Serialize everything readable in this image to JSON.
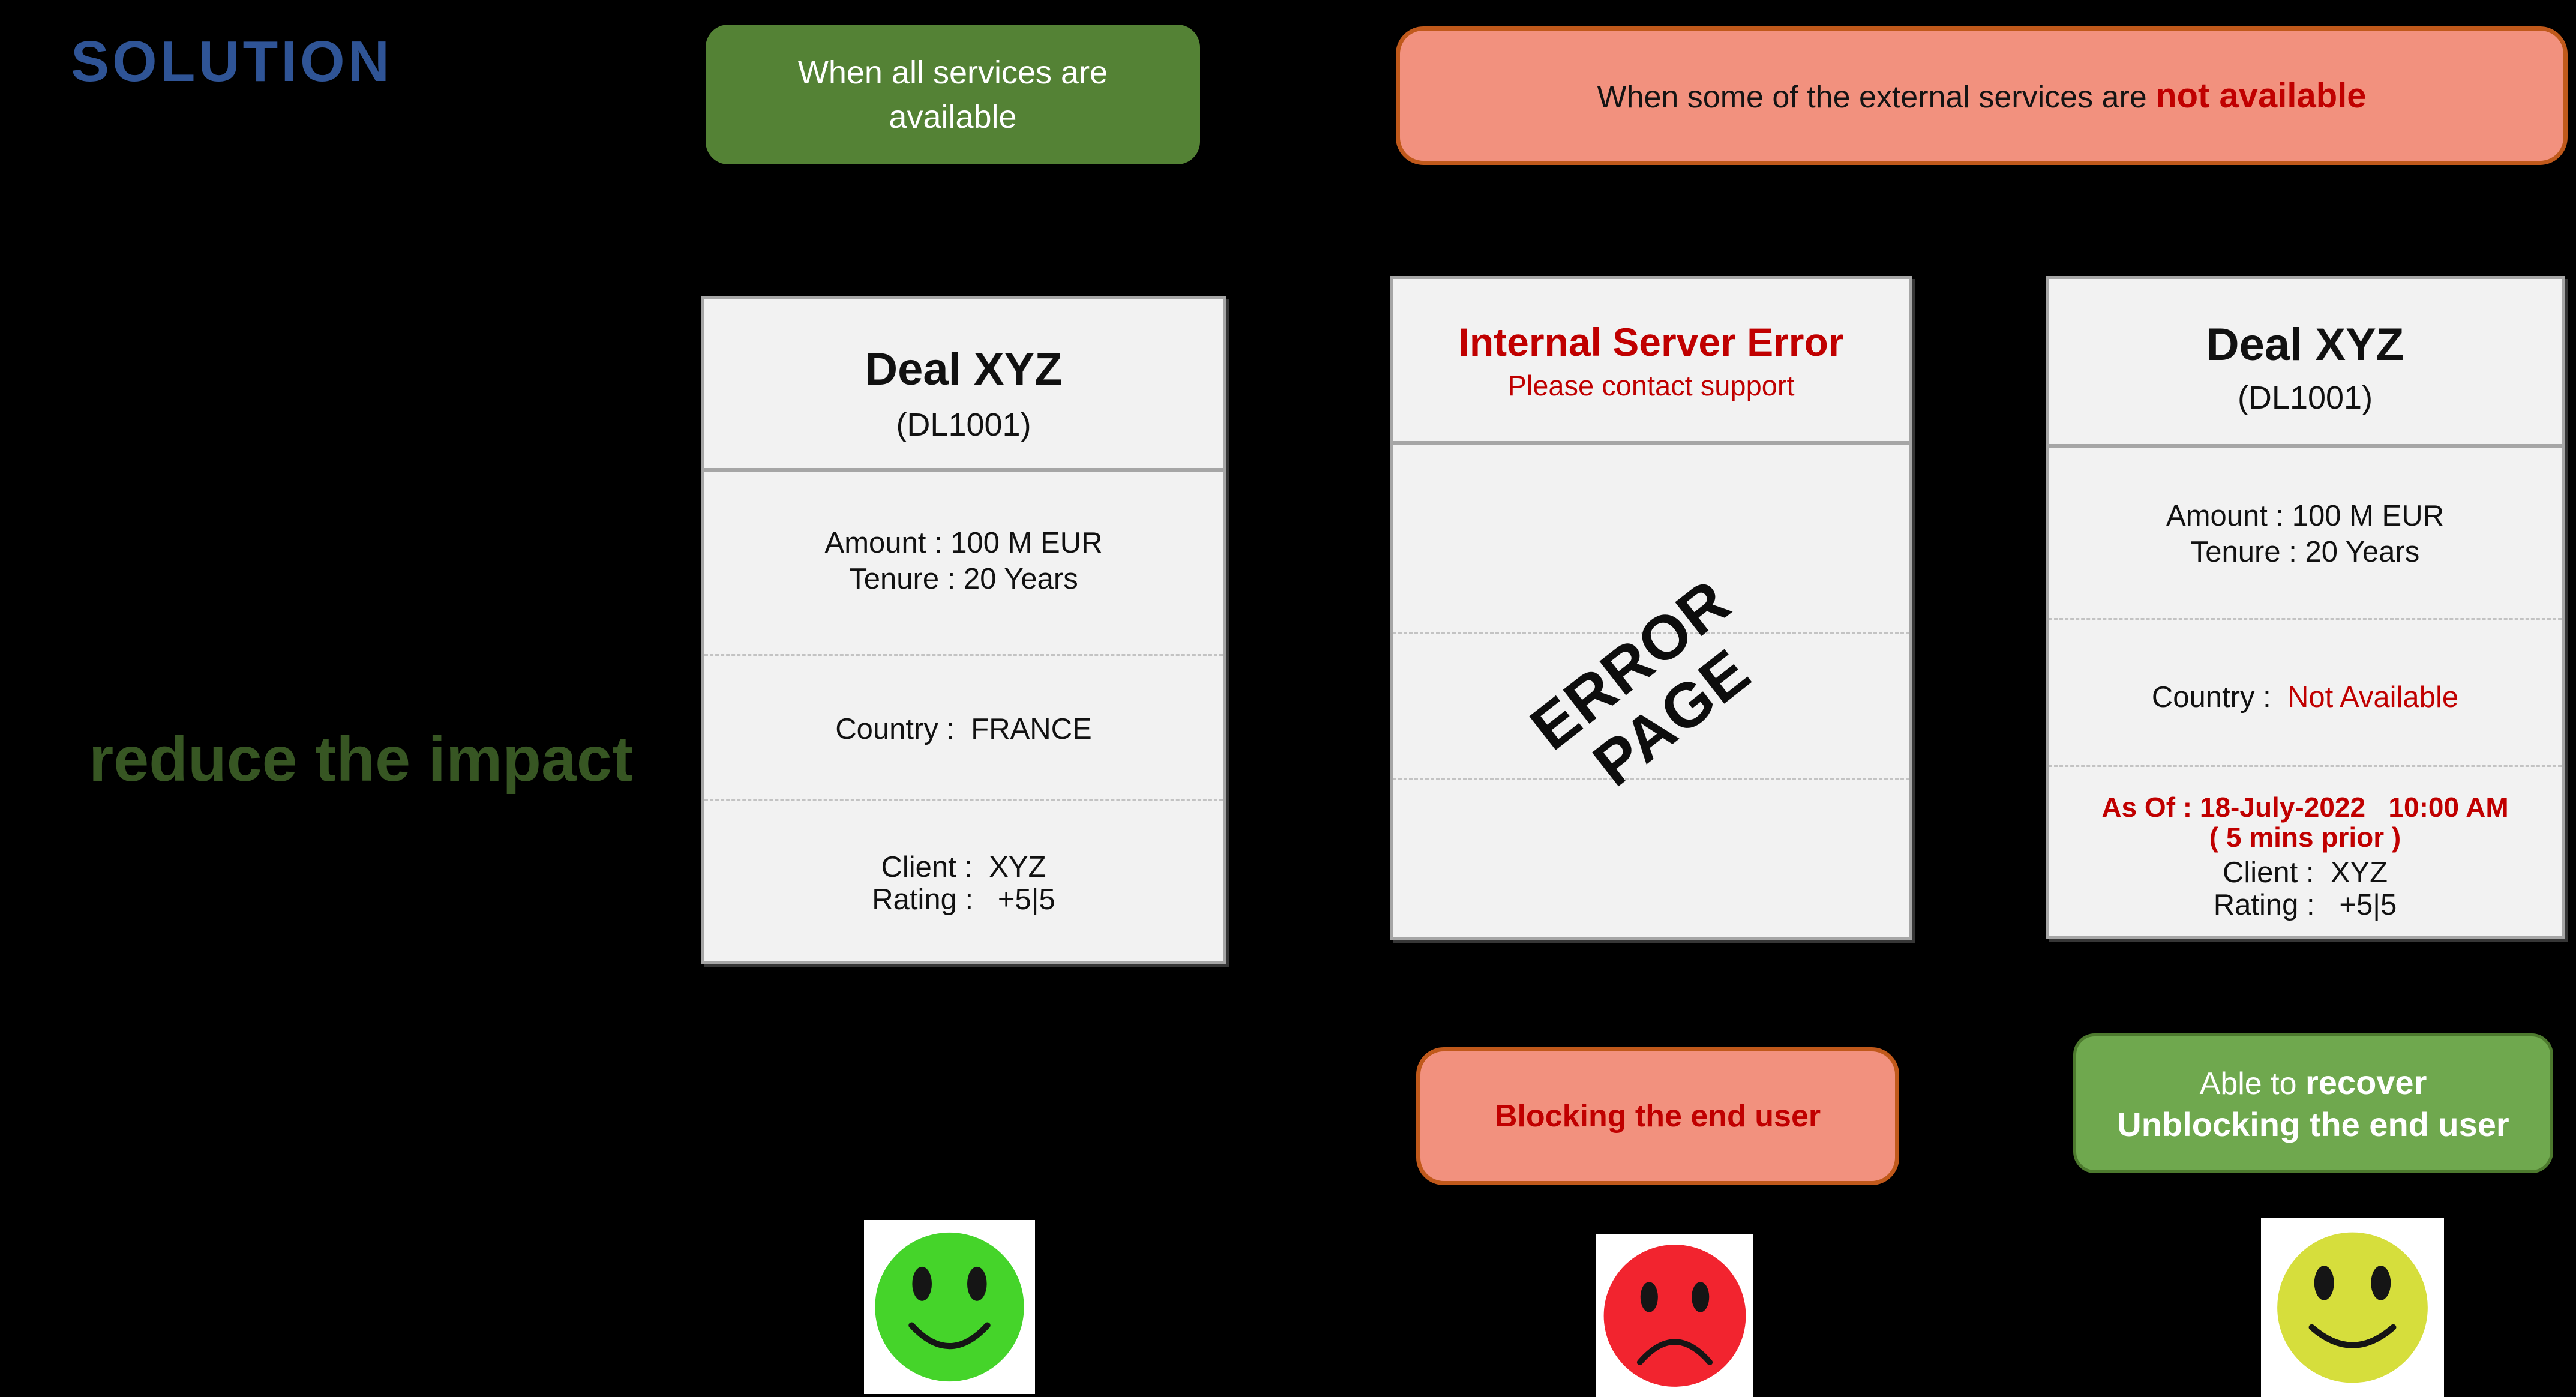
{
  "page": {
    "background": "#000000"
  },
  "title": {
    "text": "SOLUTION",
    "color": "#2F5496"
  },
  "impact_note": {
    "text": "reduce the impact",
    "color": "#375623"
  },
  "top_badges": {
    "all_services": {
      "line1": "When all services are",
      "line2": "available",
      "bg": "#548235"
    },
    "not_available": {
      "prefix": "When some of the external services are ",
      "emphasis": "not available",
      "bg": "#F2917E",
      "border": "#C0591B",
      "emphasis_color": "#C00000"
    }
  },
  "cards": {
    "normal": {
      "title": "Deal XYZ",
      "subtitle": "(DL1001)",
      "amount": "Amount : 100 M EUR",
      "tenure": "Tenure : 20 Years",
      "country_label": "Country :  ",
      "country_value": "FRANCE",
      "client": "Client :  XYZ",
      "rating": "Rating :   +5|5"
    },
    "error": {
      "title": "Internal Server Error",
      "subtitle": "Please contact support",
      "watermark_line1": "ERROR",
      "watermark_line2": "PAGE",
      "title_color": "#C00000"
    },
    "recovered": {
      "title": "Deal XYZ",
      "subtitle": "(DL1001)",
      "amount": "Amount : 100 M EUR",
      "tenure": "Tenure : 20 Years",
      "country_label": "Country :  ",
      "country_value": "Not Available",
      "country_value_color": "#C00000",
      "asof": "As Of : 18-July-2022   10:00 AM",
      "prior": "( 5 mins prior )",
      "client": "Client :  XYZ",
      "rating": "Rating :   +5|5"
    }
  },
  "bottom_badges": {
    "blocking": {
      "text": "Blocking the end user",
      "bg": "#F2917E",
      "border": "#C0591B",
      "text_color": "#C00000"
    },
    "recover": {
      "line1_normal": "Able to ",
      "line1_bold": "recover",
      "line2": "Unblocking the end user",
      "bg": "#6FA84E",
      "border": "#4D7A2E"
    }
  },
  "smileys": [
    {
      "name": "happy-green-face",
      "face": "#45D42A",
      "mood": "happy"
    },
    {
      "name": "sad-red-face",
      "face": "#F2242F",
      "mood": "sad"
    },
    {
      "name": "happy-yellow-face",
      "face": "#D6DE3C",
      "mood": "happy"
    }
  ]
}
